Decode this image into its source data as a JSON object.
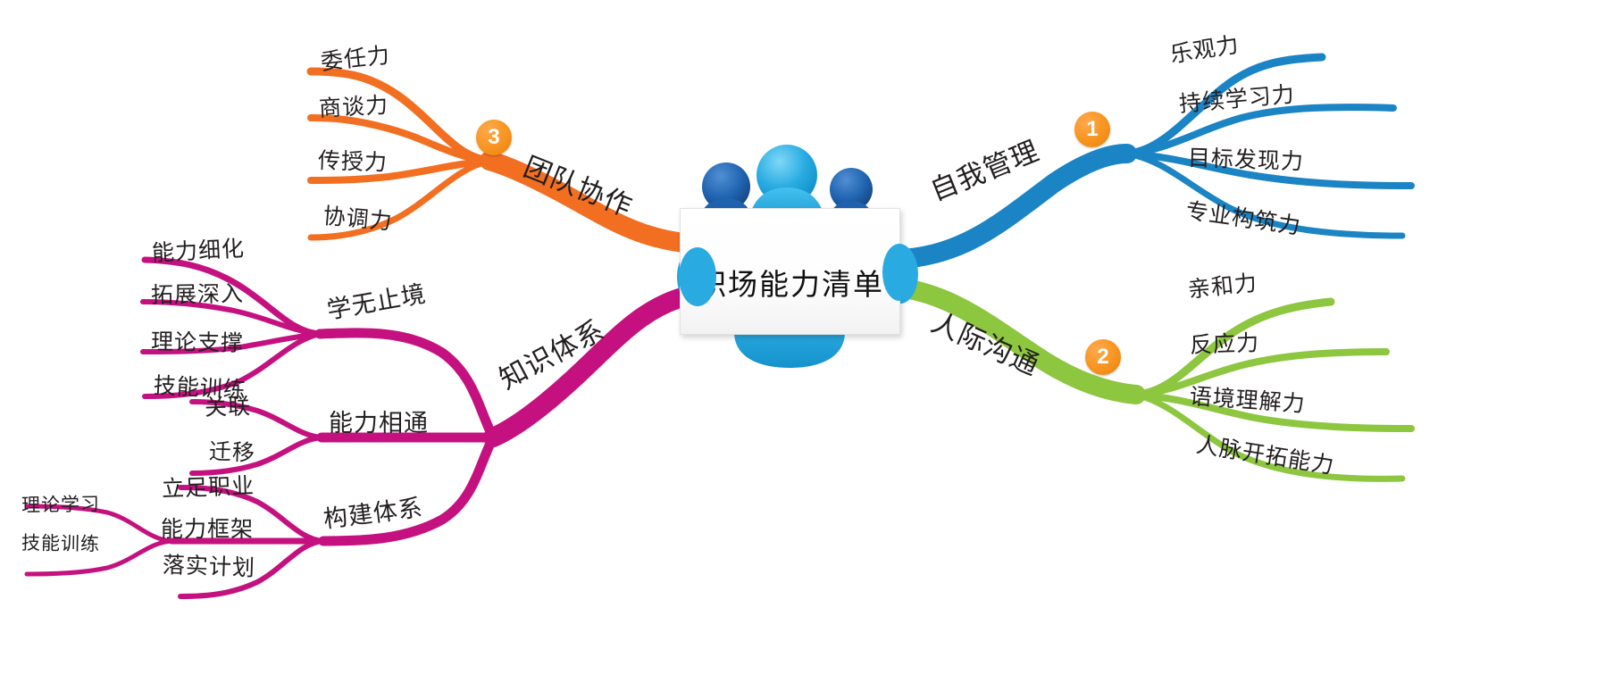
{
  "title": "职场能力清单",
  "colors": {
    "blue": "#1b84c4",
    "green": "#8dc63f",
    "orange": "#f26f21",
    "magenta": "#c4117f",
    "badge": "#f7941e",
    "text": "#231f20",
    "center_light_blue": "#29abe2",
    "center_dark_blue": "#1b5faa"
  },
  "center": {
    "label": "职场能力清单",
    "icon": "people-group-icon"
  },
  "branches": [
    {
      "id": "self-management",
      "label": "自我管理",
      "number": "1",
      "color": "#1b84c4",
      "position": "top-right",
      "children": [
        {
          "label": "乐观力"
        },
        {
          "label": "持续学习力"
        },
        {
          "label": "目标发现力"
        },
        {
          "label": "专业构筑力"
        }
      ]
    },
    {
      "id": "interpersonal-communication",
      "label": "人际沟通",
      "number": "2",
      "color": "#8dc63f",
      "position": "bottom-right",
      "children": [
        {
          "label": "亲和力"
        },
        {
          "label": "反应力"
        },
        {
          "label": "语境理解力"
        },
        {
          "label": "人脉开拓能力"
        }
      ]
    },
    {
      "id": "team-collaboration",
      "label": "团队协作",
      "number": "3",
      "color": "#f26f21",
      "position": "top-left",
      "children": [
        {
          "label": "委任力"
        },
        {
          "label": "商谈力"
        },
        {
          "label": "传授力"
        },
        {
          "label": "协调力"
        }
      ]
    },
    {
      "id": "knowledge-system",
      "label": "知识体系",
      "number": "",
      "color": "#c4117f",
      "position": "bottom-left",
      "children": [
        {
          "label": "学无止境",
          "children": [
            {
              "label": "能力细化"
            },
            {
              "label": "拓展深入"
            },
            {
              "label": "理论支撑"
            },
            {
              "label": "技能训练"
            }
          ]
        },
        {
          "label": "能力相通",
          "children": [
            {
              "label": "关联"
            },
            {
              "label": "迁移"
            }
          ]
        },
        {
          "label": "构建体系",
          "children": [
            {
              "label": "立足职业"
            },
            {
              "label": "能力框架"
            },
            {
              "label": "落实计划"
            }
          ],
          "grandchildren": [
            {
              "label": "理论学习"
            },
            {
              "label": "技能训练"
            }
          ]
        }
      ]
    }
  ]
}
